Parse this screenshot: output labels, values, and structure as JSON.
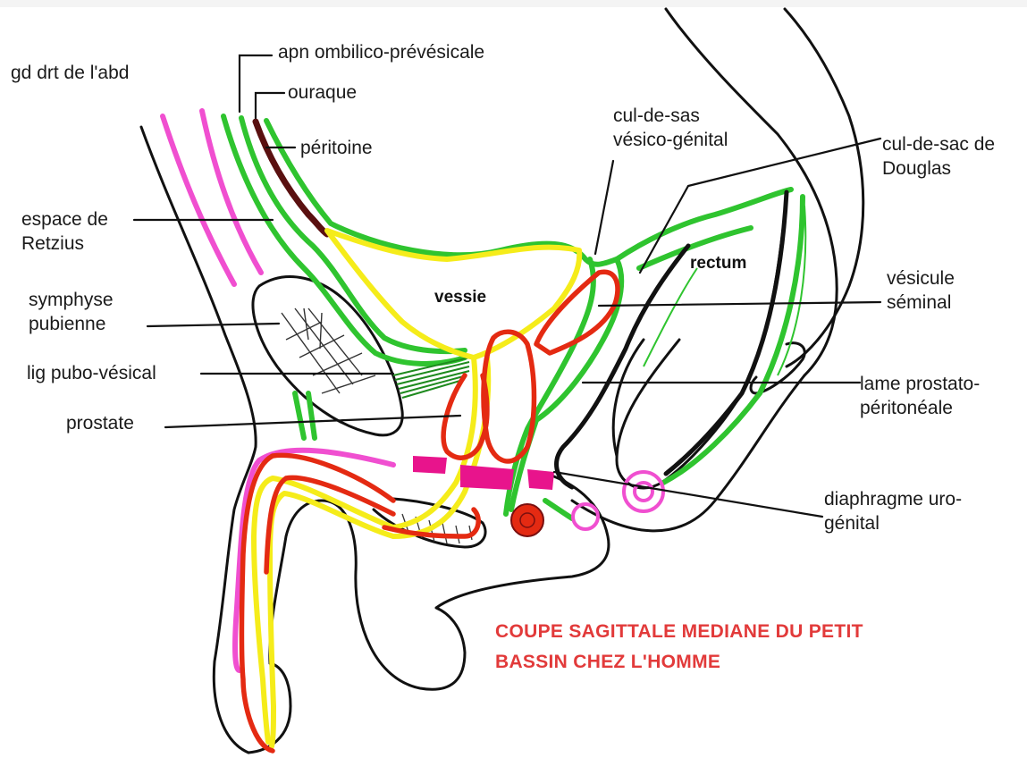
{
  "labels": {
    "gd_drt": "gd drt de l'abd",
    "apn": "apn ombilico-prévésicale",
    "ouraque": "ouraque",
    "peritoine": "péritoine",
    "espace_l1": "espace de",
    "espace_l2": "Retzius",
    "symphyse_l1": "symphyse",
    "symphyse_l2": "pubienne",
    "lig": "lig pubo-vésical",
    "prostate": "prostate",
    "culsas_l1": "cul-de-sas",
    "culsas_l2": "vésico-génital",
    "douglas_l1": "cul-de-sac de",
    "douglas_l2": "Douglas",
    "vesicule_l1": "vésicule",
    "vesicule_l2": "séminal",
    "lame_l1": "lame prostato-",
    "lame_l2": "péritonéale",
    "diaphragme_l1": "diaphragme uro-",
    "diaphragme_l2": "génital",
    "vessie": "vessie",
    "rectum": "rectum"
  },
  "title": {
    "line1": "COUPE SAGITTALE MEDIANE DU PETIT",
    "line2": "BASSIN CHEZ L'HOMME"
  },
  "colors": {
    "outline": "#111111",
    "peritoneum_green": "#2fc42f",
    "aponeurosis_pink": "#f04fd0",
    "bladder_yellow": "#f5ec1a",
    "red": "#e42a12",
    "urachus": "#5a1010",
    "diaphragm_magenta": "#e8148c",
    "title_red": "#e23a3a"
  }
}
